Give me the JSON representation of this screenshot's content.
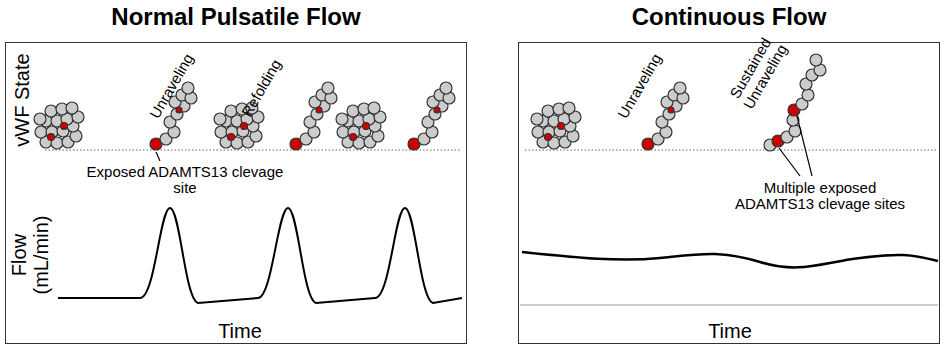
{
  "diagram": {
    "nodes": [
      {
        "text": [
          "Normal Pulsatile Flow"
        ]
      },
      {
        "text": [
          "Continuous Flow"
        ]
      }
    ],
    "labels": [
      "vWF State",
      "Flow (mL/min)",
      "Time",
      "Unraveling",
      "Refolding",
      "Exposed ADAMTS13 clevage site",
      "Time",
      "Unraveling",
      "Sustained Unraveling",
      "Multiple exposed ADAMTS13 clevage sites"
    ]
  }
}
